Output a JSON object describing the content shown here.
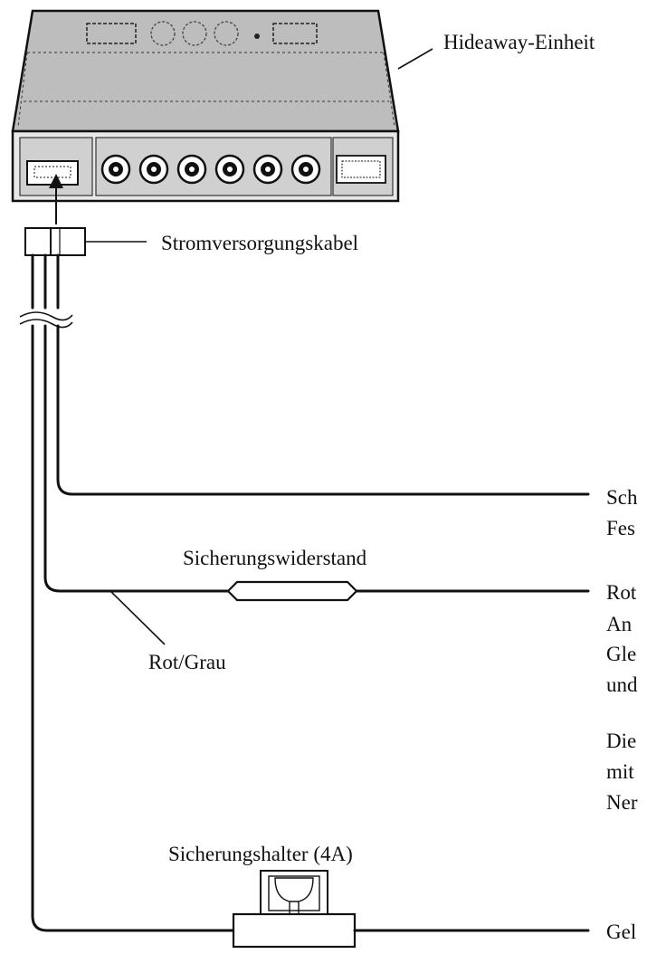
{
  "labels": {
    "hideaway_unit": "Hideaway-Einheit",
    "power_cable": "Stromversorgungskabel",
    "fuse_resistor": "Sicherungswiderstand",
    "red_grey": "Rot/Grau",
    "fuse_holder": "Sicherungshalter (4A)"
  },
  "cut_off_text": {
    "line1": "Sch",
    "line2": "Fes",
    "line3": "Rot",
    "line4": "An",
    "line5": "Gle",
    "line6": "und",
    "line7": "Die",
    "line8": "mit",
    "line9": "Ner",
    "line10": "Gel"
  },
  "icons": [
    "hideaway-unit-device-icon",
    "power-connector-icon",
    "fuse-resistor-icon",
    "fuse-holder-icon",
    "arrow-up-icon"
  ]
}
